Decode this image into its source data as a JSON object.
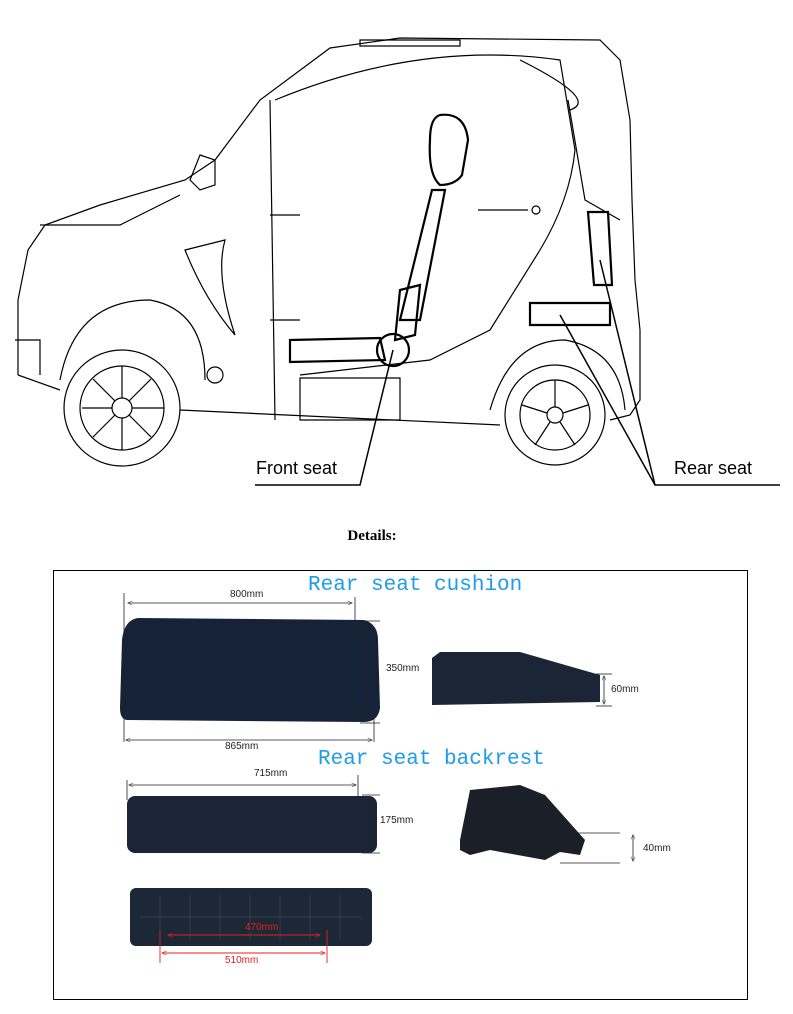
{
  "diagram": {
    "labels": {
      "front_seat": "Front seat",
      "rear_seat": "Rear seat"
    }
  },
  "details_heading": "Details:",
  "details": {
    "cushion": {
      "title": "Rear seat cushion",
      "top_width": "800mm",
      "bottom_width": "865mm",
      "depth": "350mm",
      "thickness": "60mm"
    },
    "backrest": {
      "title": "Rear seat backrest",
      "width": "715mm",
      "height": "175mm",
      "thickness": "40mm",
      "inner_mount": "470mm",
      "outer_mount": "510mm"
    }
  },
  "colors": {
    "title_blue": "#1e9bea",
    "dimension_red": "#e02020",
    "seat_navy": "#162238"
  }
}
